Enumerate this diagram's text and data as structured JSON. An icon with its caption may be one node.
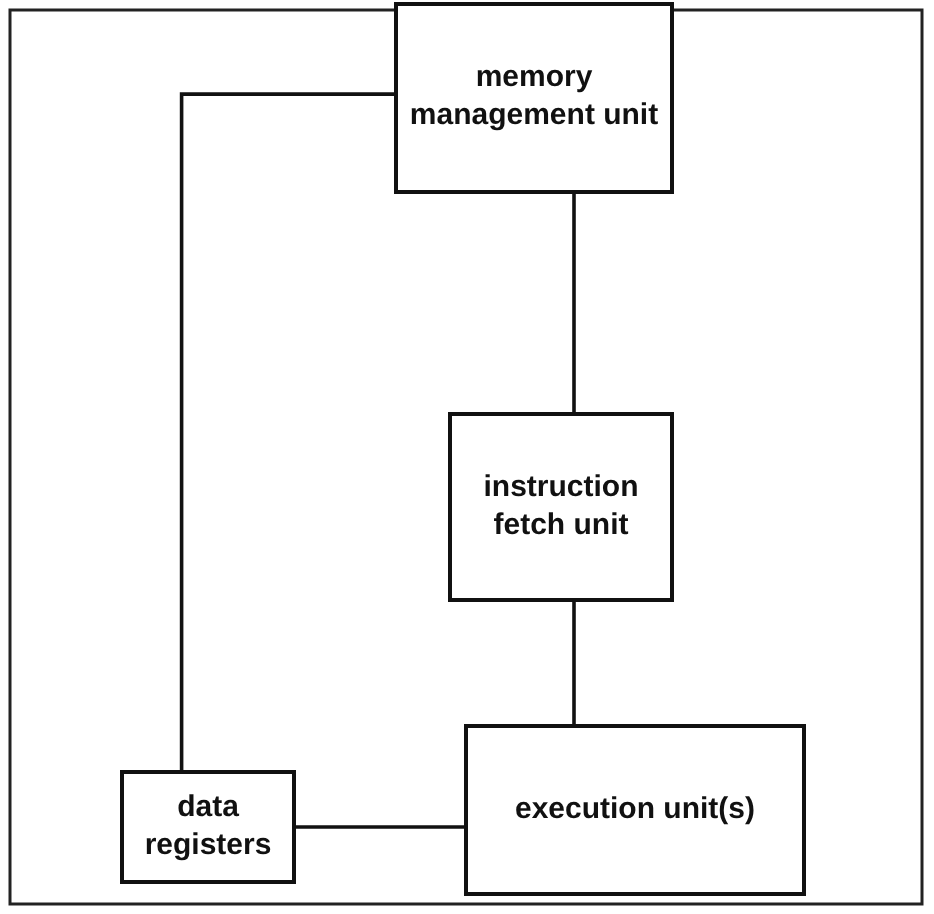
{
  "diagram": {
    "nodes": [
      {
        "text": [
          "memory management unit"
        ]
      },
      {
        "text": [
          "instruction fetch unit"
        ]
      },
      {
        "text": [
          "execution unit(s)"
        ]
      },
      {
        "text": [
          "data registers"
        ]
      }
    ],
    "edges": [
      {
        "from": 0,
        "to": 1,
        "arrow": "none"
      },
      {
        "from": 1,
        "to": 2,
        "arrow": "none"
      },
      {
        "from": 3,
        "to": 2,
        "arrow": "none"
      },
      {
        "from": 0,
        "to": 3,
        "arrow": "none"
      }
    ]
  }
}
